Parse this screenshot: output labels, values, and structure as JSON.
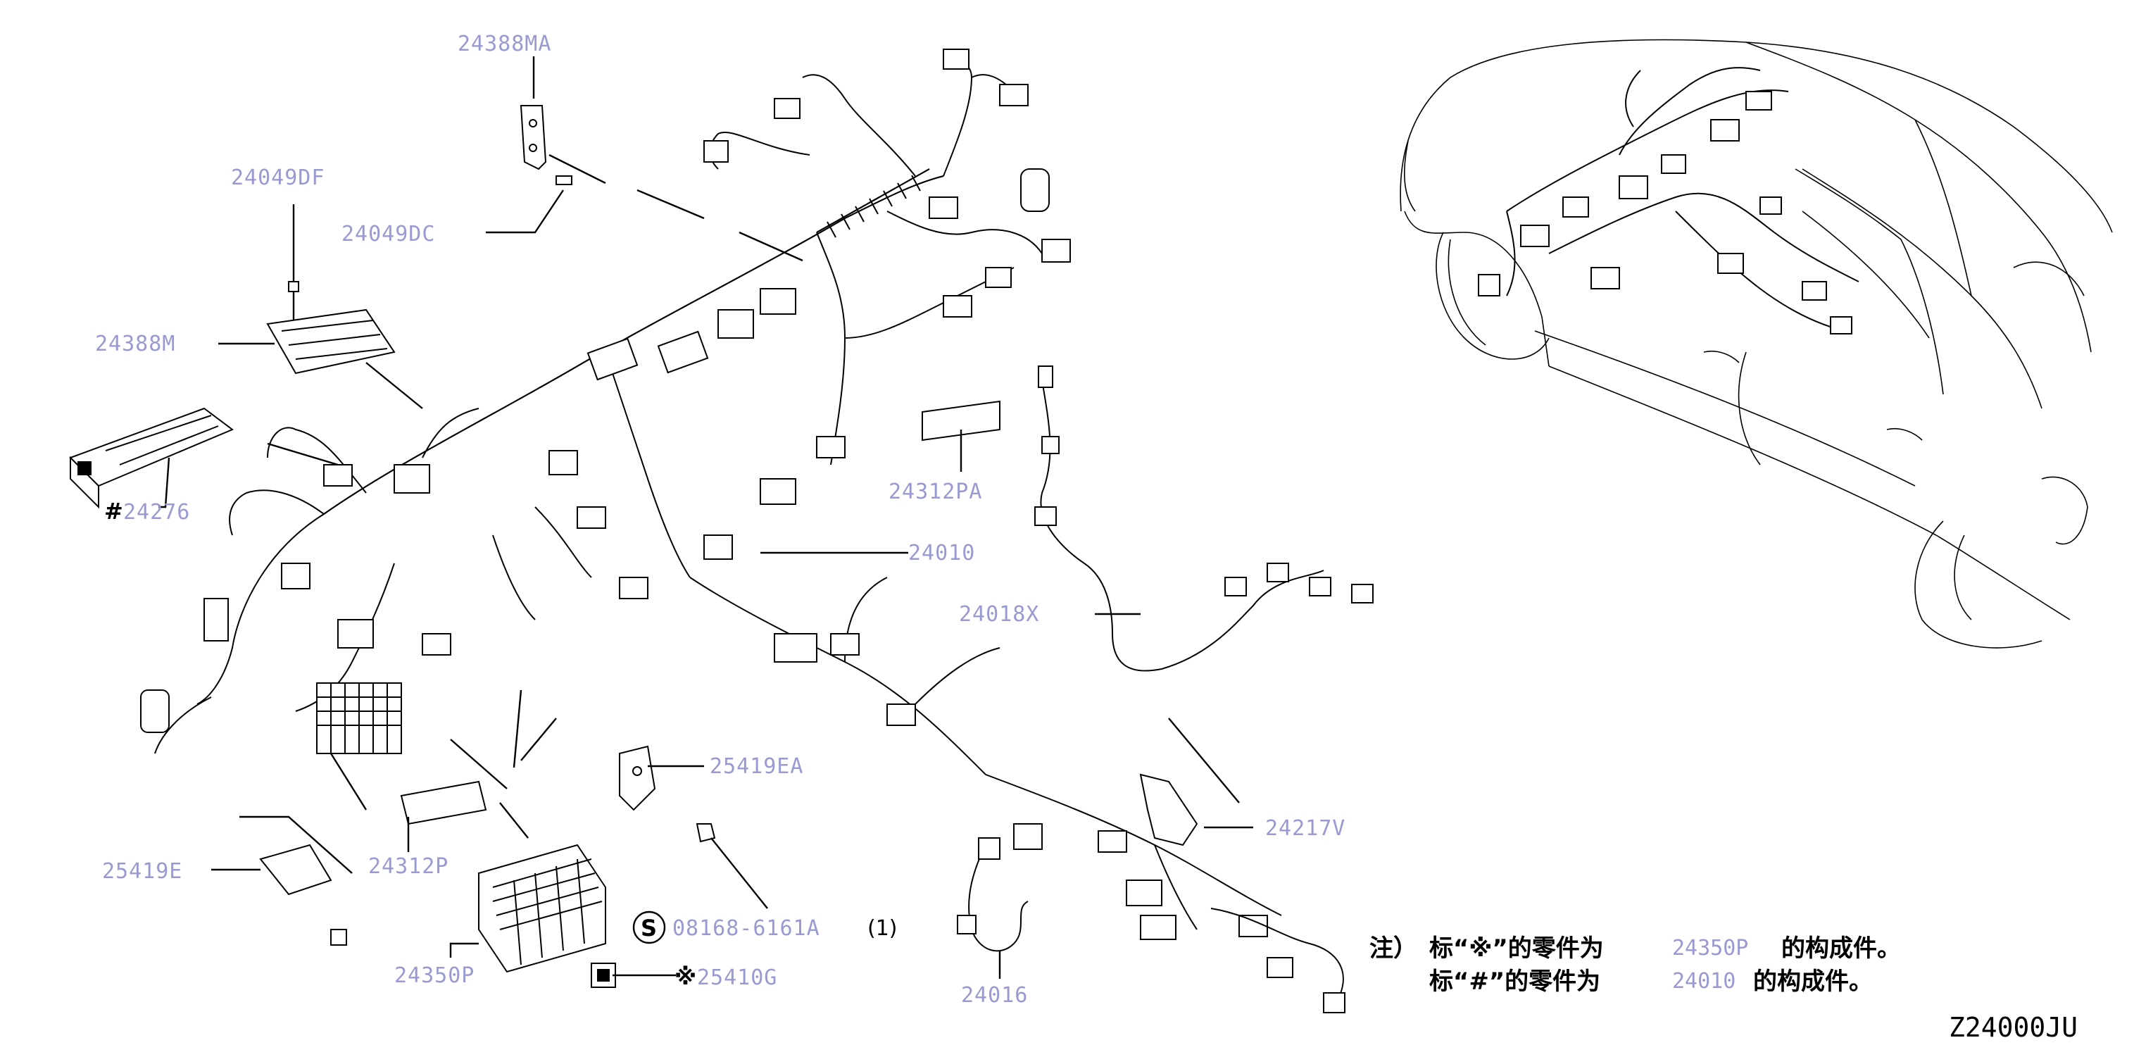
{
  "diagram_code": "Z24000JU",
  "parts": [
    {
      "id": "p-24388ma",
      "label": "24388MA"
    },
    {
      "id": "p-24049df",
      "label": "24049DF"
    },
    {
      "id": "p-24049dc",
      "label": "24049DC"
    },
    {
      "id": "p-24388m",
      "label": "24388M"
    },
    {
      "id": "p-24276",
      "label": "24276",
      "prefix": "#"
    },
    {
      "id": "p-24312pa",
      "label": "24312PA"
    },
    {
      "id": "p-24010",
      "label": "24010"
    },
    {
      "id": "p-24018x",
      "label": "24018X"
    },
    {
      "id": "p-25419ea",
      "label": "25419EA"
    },
    {
      "id": "p-24217v",
      "label": "24217V"
    },
    {
      "id": "p-25419e",
      "label": "25419E"
    },
    {
      "id": "p-24312p",
      "label": "24312P"
    },
    {
      "id": "p-08168",
      "label": "08168-6161A",
      "prefix": "S",
      "qty": "(1)"
    },
    {
      "id": "p-24350p",
      "label": "24350P"
    },
    {
      "id": "p-25410g",
      "label": "25410G",
      "prefix": "※"
    },
    {
      "id": "p-24016",
      "label": "24016"
    }
  ],
  "notes": {
    "lead": "注）",
    "line1": {
      "a": "标“※”的零件为",
      "ref": "24350P",
      "b": "的构成件。"
    },
    "line2": {
      "a": "标“#”的零件为",
      "ref": "24010",
      "b": "的构成件。"
    }
  }
}
